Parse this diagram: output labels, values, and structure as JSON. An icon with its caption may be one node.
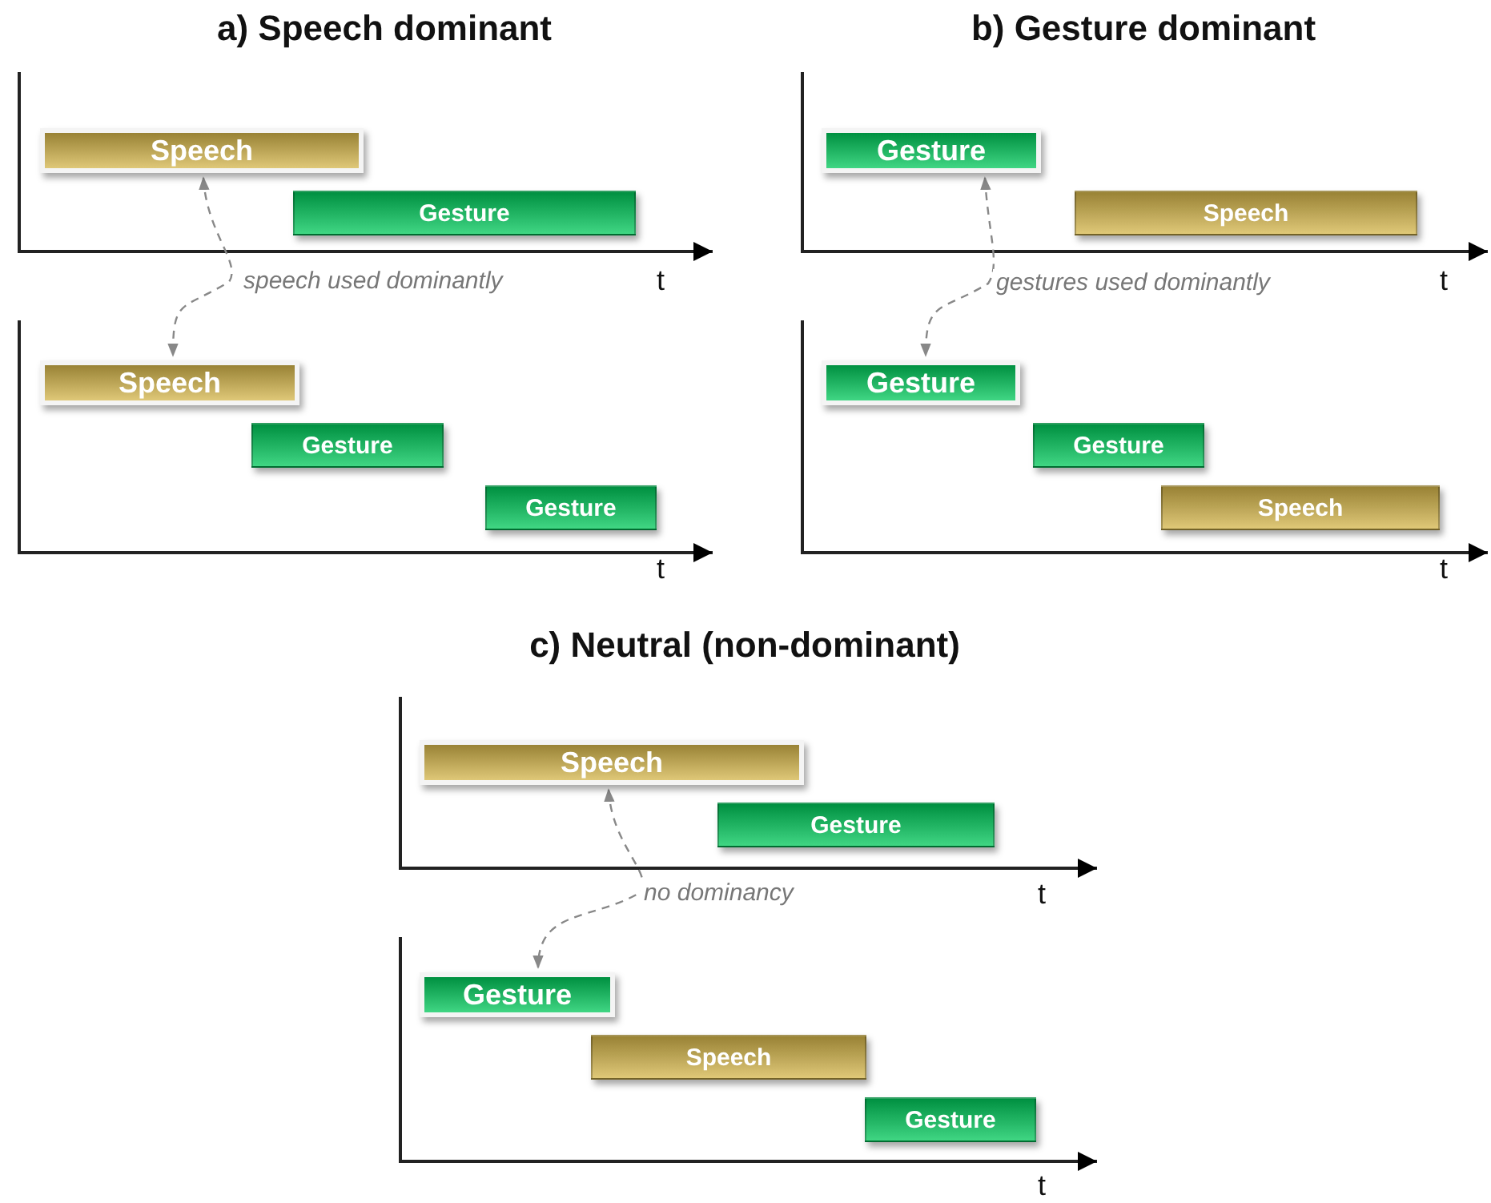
{
  "diagram": {
    "nodes": [
      {
        "text": [
          "Speech"
        ]
      },
      {
        "text": [
          "Gesture"
        ]
      },
      {
        "text": [
          "Speech"
        ]
      },
      {
        "text": [
          "Gesture"
        ]
      },
      {
        "text": [
          "Gesture"
        ]
      },
      {
        "text": [
          "Gesture"
        ]
      },
      {
        "text": [
          "Speech"
        ]
      },
      {
        "text": [
          "Gesture"
        ]
      },
      {
        "text": [
          "Gesture"
        ]
      },
      {
        "text": [
          "Speech"
        ]
      },
      {
        "text": [
          "Speech"
        ]
      },
      {
        "text": [
          "Gesture"
        ]
      },
      {
        "text": [
          "Gesture"
        ]
      },
      {
        "text": [
          "Speech"
        ]
      },
      {
        "text": [
          "Gesture"
        ]
      }
    ],
    "edges": [
      {
        "from": 0,
        "to": 2,
        "arrow": "both",
        "label": "speech used dominantly",
        "style": "dashed"
      },
      {
        "from": 5,
        "to": 7,
        "arrow": "both",
        "label": "gestures used dominantly",
        "style": "dashed"
      },
      {
        "from": 10,
        "to": 12,
        "arrow": "both",
        "label": "no dominancy",
        "style": "dashed"
      }
    ],
    "labels": [
      "a) Speech dominant",
      "b) Gesture dominant",
      "t",
      "t",
      "t",
      "t",
      "c) Neutral (non-dominant)",
      "t",
      "t"
    ]
  }
}
